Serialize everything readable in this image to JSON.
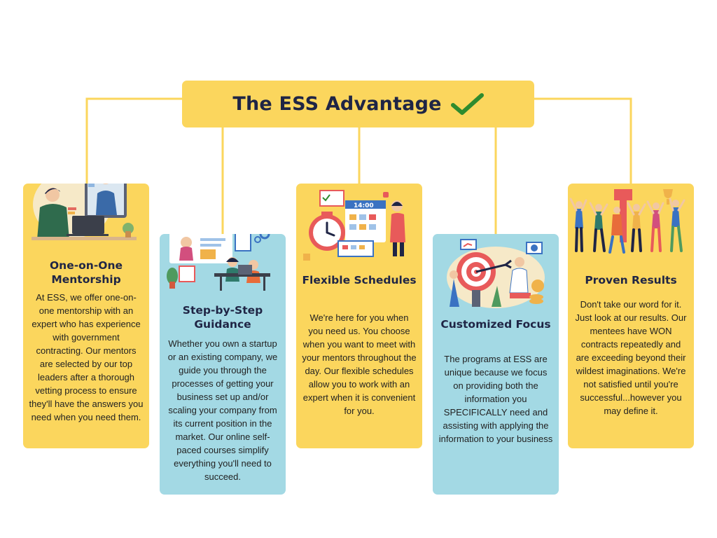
{
  "title": "The ESS Advantage",
  "colors": {
    "yellow": "#fbd65d",
    "blue": "#a3d9e4",
    "navy": "#1f2545",
    "check_green": "#2e8b2e"
  },
  "cards": [
    {
      "title": "One-on-One Mentorship",
      "icon": "video-call-mentorship-illustration",
      "body": "At ESS, we offer one-on-one mentorship with an expert who has experience with government contracting. Our mentors are selected by our top leaders after a thorough vetting process to ensure they'll have the answers you need when you need them."
    },
    {
      "title": "Step-by-Step Guidance",
      "icon": "training-session-illustration",
      "body": "Whether you own a startup or an existing company, we guide you through the processes of getting your business set up and/or scaling your company from its current position in the market. Our online self-paced courses simplify everything you'll need to succeed."
    },
    {
      "title": "Flexible Schedules",
      "icon": "clock-calendar-schedule-illustration",
      "body": "We're here for you when you need us. You choose when you want to meet with your mentors throughout the day. Our flexible schedules allow you to work with an expert when it is convenient for you."
    },
    {
      "title": "Customized Focus",
      "icon": "target-dart-illustration",
      "body": "The programs at ESS are unique because we focus on providing both the information you SPECIFICALLY need and assisting with applying the information to your business"
    },
    {
      "title": "Proven Results",
      "icon": "celebrating-team-trophy-illustration",
      "body": "Don't take our word for it. Just look at our results. Our mentees have WON contracts repeatedly and are exceeding beyond their wildest imaginations. We're not satisfied until you're successful...however you may define it."
    }
  ]
}
